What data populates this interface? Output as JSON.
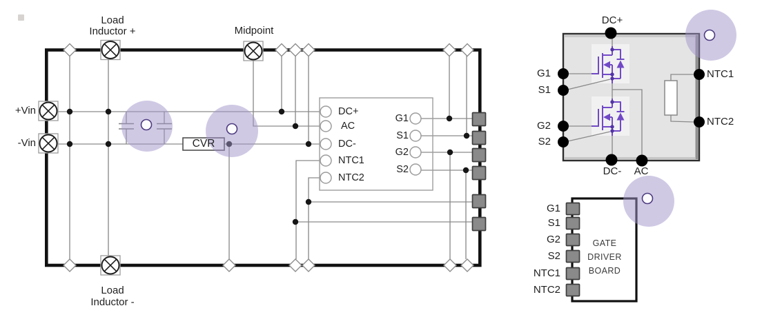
{
  "schematic": {
    "top_labels": {
      "load_inductor_plus": "Load\nInductor +",
      "midpoint": "Midpoint"
    },
    "left_labels": {
      "vin_plus": "+Vin",
      "vin_minus": "-Vin"
    },
    "cvr_label": "CVR",
    "bottom_labels": {
      "load_inductor_minus": "Load\nInductor -"
    },
    "module_box": {
      "left_terminals": [
        "DC+",
        "AC",
        "DC-",
        "NTC1",
        "NTC2"
      ],
      "right_terminals": [
        "G1",
        "S1",
        "G2",
        "S2"
      ]
    }
  },
  "power_module": {
    "top_terminal": "DC+",
    "left_terminals": [
      "G1",
      "S1",
      "G2",
      "S2"
    ],
    "right_terminals": [
      "NTC1",
      "NTC2"
    ],
    "bottom_terminals": [
      "DC-",
      "AC"
    ]
  },
  "gate_driver": {
    "terminals": [
      "G1",
      "S1",
      "G2",
      "S2",
      "NTC1",
      "NTC2"
    ],
    "title": "GATE\nDRIVER\nBOARD"
  },
  "colors": {
    "highlight": "#a294c9",
    "highlight_pin_ring": "#4c3b80",
    "mosfet_stroke": "#7149c6",
    "mosfet_node": "#5233a6",
    "wire_gray": "#8a8a8a",
    "pad_fill": "#8a8a8a",
    "border_black": "#111111"
  }
}
